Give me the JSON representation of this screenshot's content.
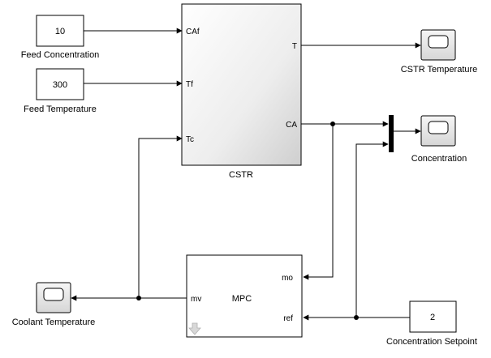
{
  "blocks": {
    "feed_concentration": {
      "value": "10",
      "label": "Feed Concentration"
    },
    "feed_temperature": {
      "value": "300",
      "label": "Feed Temperature"
    },
    "cstr": {
      "label": "CSTR",
      "inports": [
        "CAf",
        "Tf",
        "Tc"
      ],
      "outports": [
        "T",
        "CA"
      ]
    },
    "mpc": {
      "label": "MPC",
      "inports": [
        "mo",
        "ref"
      ],
      "outport": "mv"
    },
    "concentration_setpoint": {
      "value": "2",
      "label": "Concentration Setpoint"
    },
    "scopes": {
      "cstr_temperature": "CSTR Temperature",
      "concentration": "Concentration",
      "coolant_temperature": "Coolant Temperature"
    }
  },
  "colors": {
    "block_border": "#000000",
    "block_fill": "#ffffff",
    "cstr_gradient_top": "#ffffff",
    "cstr_gradient_bottom": "#d0d0d0",
    "wire": "#000000",
    "mux": "#000000",
    "scope_screen": "#ffffff",
    "scope_body": "#e8e8e8"
  },
  "icons": {
    "scope": "scope-icon",
    "mux": "mux-icon",
    "mask_arrow": "down-arrow-icon"
  }
}
